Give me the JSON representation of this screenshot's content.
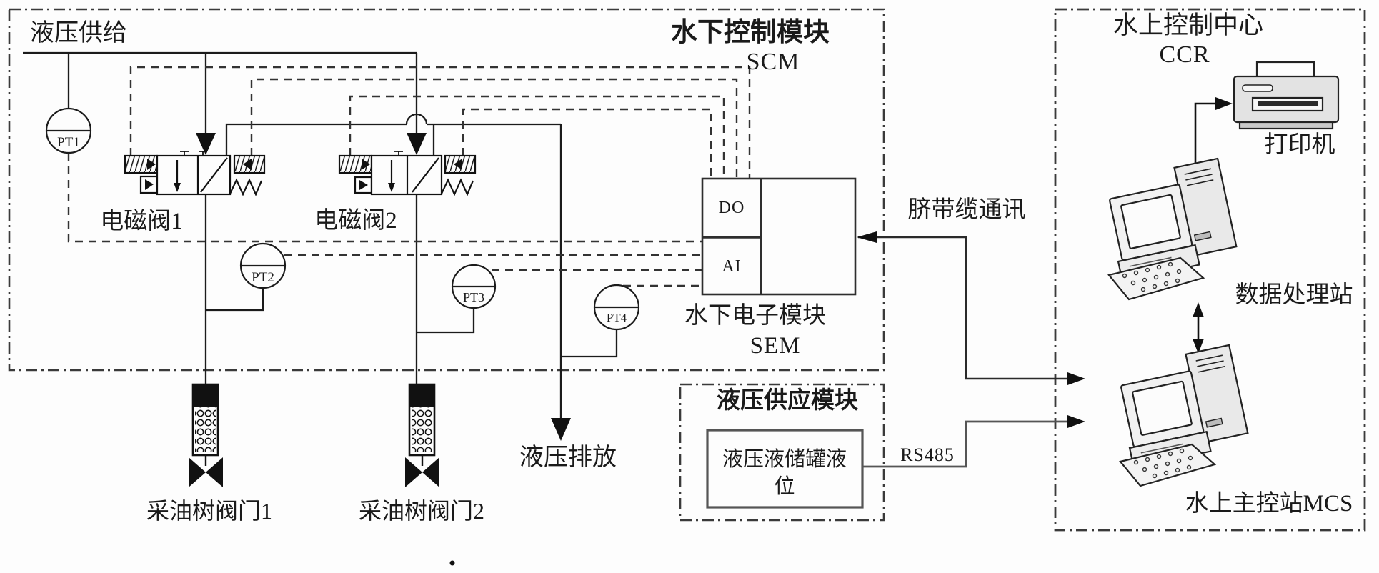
{
  "diagram": {
    "title_context": "subsea-production-control-system-schematic",
    "colors": {
      "background": "#fdfdfd",
      "line": "#1b1b1b",
      "signal_dashed": "#333333",
      "gray_line": "#555555",
      "device_fill": "#e9e9e9"
    },
    "scm": {
      "title": "水下控制模块",
      "abbr": "SCM",
      "hydraulic_supply": "液压供给",
      "solenoid_valve_1": "电磁阀1",
      "solenoid_valve_2": "电磁阀2",
      "gauges": {
        "pt1": "PT1",
        "pt2": "PT2",
        "pt3": "PT3",
        "pt4": "PT4"
      },
      "sem": {
        "title": "水下电子模块",
        "abbr": "SEM",
        "do_port": "DO",
        "ai_port": "AI"
      },
      "hydraulic_discharge": "液压排放"
    },
    "tree_valves": {
      "valve_1": "采油树阀门1",
      "valve_2": "采油树阀门2"
    },
    "hsm": {
      "title": "液压供应模块",
      "tank_level": "液压液储罐液位",
      "rs485": "RS485"
    },
    "links": {
      "umbilical": "脐带缆通讯"
    },
    "ccr": {
      "title": "水上控制中心",
      "abbr": "CCR",
      "printer": "打印机",
      "data_station": "数据处理站",
      "mcs": "水上主控站MCS"
    }
  }
}
